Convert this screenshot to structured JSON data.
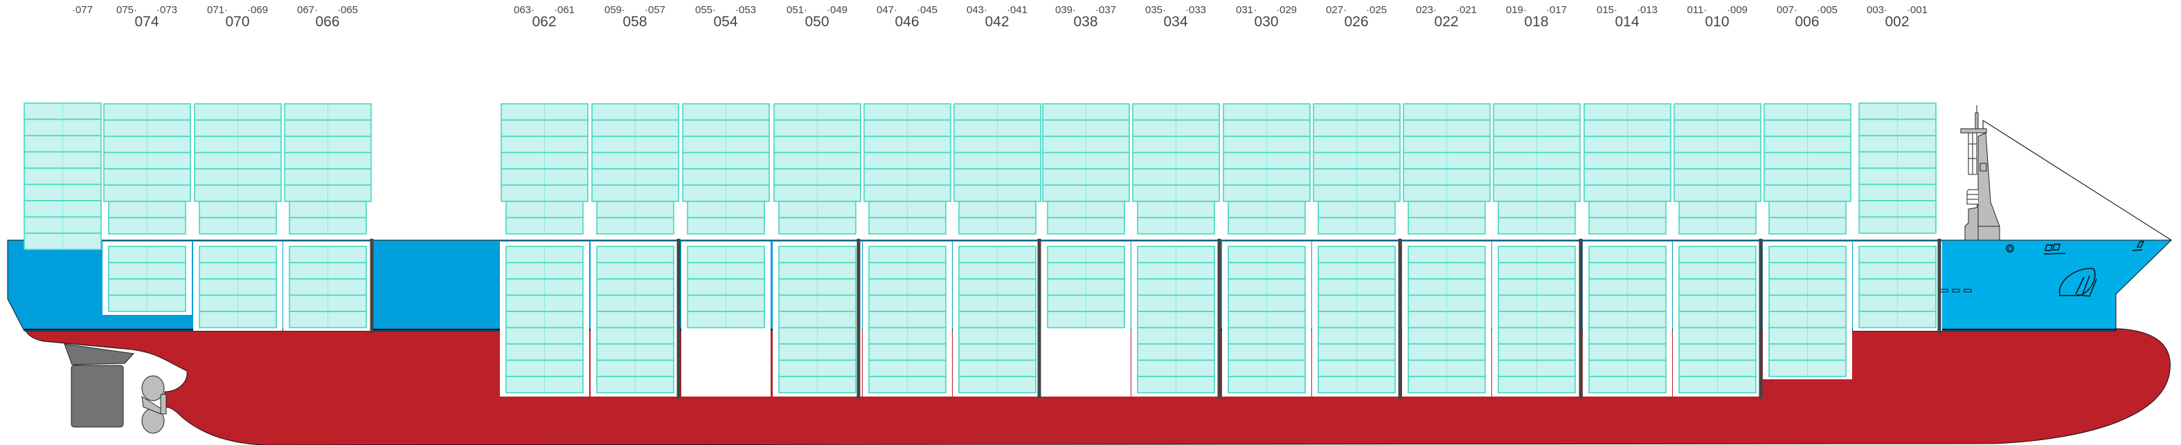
{
  "colors": {
    "hull_red": "#bc2029",
    "hull_blue_aft": "#009fdc",
    "hull_blue_fwd": "#00aee8",
    "container_fill": "#c8f3ee",
    "container_stroke": "#45d6c2",
    "bulkhead": "#444444",
    "superstructure": "#bcbcbc",
    "rudder": "#737373",
    "label": "#454545"
  },
  "bays": [
    {
      "bay": "",
      "aft": "",
      "fore": "·077",
      "deck_tiers": 9,
      "hold_tiers": 0
    },
    {
      "bay": "074",
      "aft": "075·",
      "fore": "·073",
      "deck_tiers": 8,
      "hold_tiers": 4
    },
    {
      "bay": "070",
      "aft": "071·",
      "fore": "·069",
      "deck_tiers": 8,
      "hold_tiers": 5
    },
    {
      "bay": "066",
      "aft": "067·",
      "fore": "·065",
      "deck_tiers": 8,
      "hold_tiers": 5
    },
    {
      "bay": "062",
      "aft": "063·",
      "fore": "·061",
      "deck_tiers": 8,
      "hold_tiers": 9
    },
    {
      "bay": "058",
      "aft": "059·",
      "fore": "·057",
      "deck_tiers": 8,
      "hold_tiers": 9
    },
    {
      "bay": "054",
      "aft": "055·",
      "fore": "·053",
      "deck_tiers": 8,
      "hold_tiers": 5
    },
    {
      "bay": "050",
      "aft": "051·",
      "fore": "·049",
      "deck_tiers": 8,
      "hold_tiers": 9
    },
    {
      "bay": "046",
      "aft": "047·",
      "fore": "·045",
      "deck_tiers": 8,
      "hold_tiers": 9
    },
    {
      "bay": "042",
      "aft": "043·",
      "fore": "·041",
      "deck_tiers": 8,
      "hold_tiers": 9
    },
    {
      "bay": "038",
      "aft": "039·",
      "fore": "·037",
      "deck_tiers": 8,
      "hold_tiers": 5
    },
    {
      "bay": "034",
      "aft": "035·",
      "fore": "·033",
      "deck_tiers": 8,
      "hold_tiers": 9
    },
    {
      "bay": "030",
      "aft": "031·",
      "fore": "·029",
      "deck_tiers": 8,
      "hold_tiers": 9
    },
    {
      "bay": "026",
      "aft": "027·",
      "fore": "·025",
      "deck_tiers": 8,
      "hold_tiers": 9
    },
    {
      "bay": "022",
      "aft": "023·",
      "fore": "·021",
      "deck_tiers": 8,
      "hold_tiers": 9
    },
    {
      "bay": "018",
      "aft": "019·",
      "fore": "·017",
      "deck_tiers": 8,
      "hold_tiers": 9
    },
    {
      "bay": "014",
      "aft": "015·",
      "fore": "·013",
      "deck_tiers": 8,
      "hold_tiers": 9
    },
    {
      "bay": "010",
      "aft": "011·",
      "fore": "·009",
      "deck_tiers": 8,
      "hold_tiers": 9
    },
    {
      "bay": "006",
      "aft": "007·",
      "fore": "·005",
      "deck_tiers": 8,
      "hold_tiers": 8
    },
    {
      "bay": "002",
      "aft": "003·",
      "fore": "·001",
      "deck_tiers": 8,
      "hold_tiers": 5
    }
  ]
}
